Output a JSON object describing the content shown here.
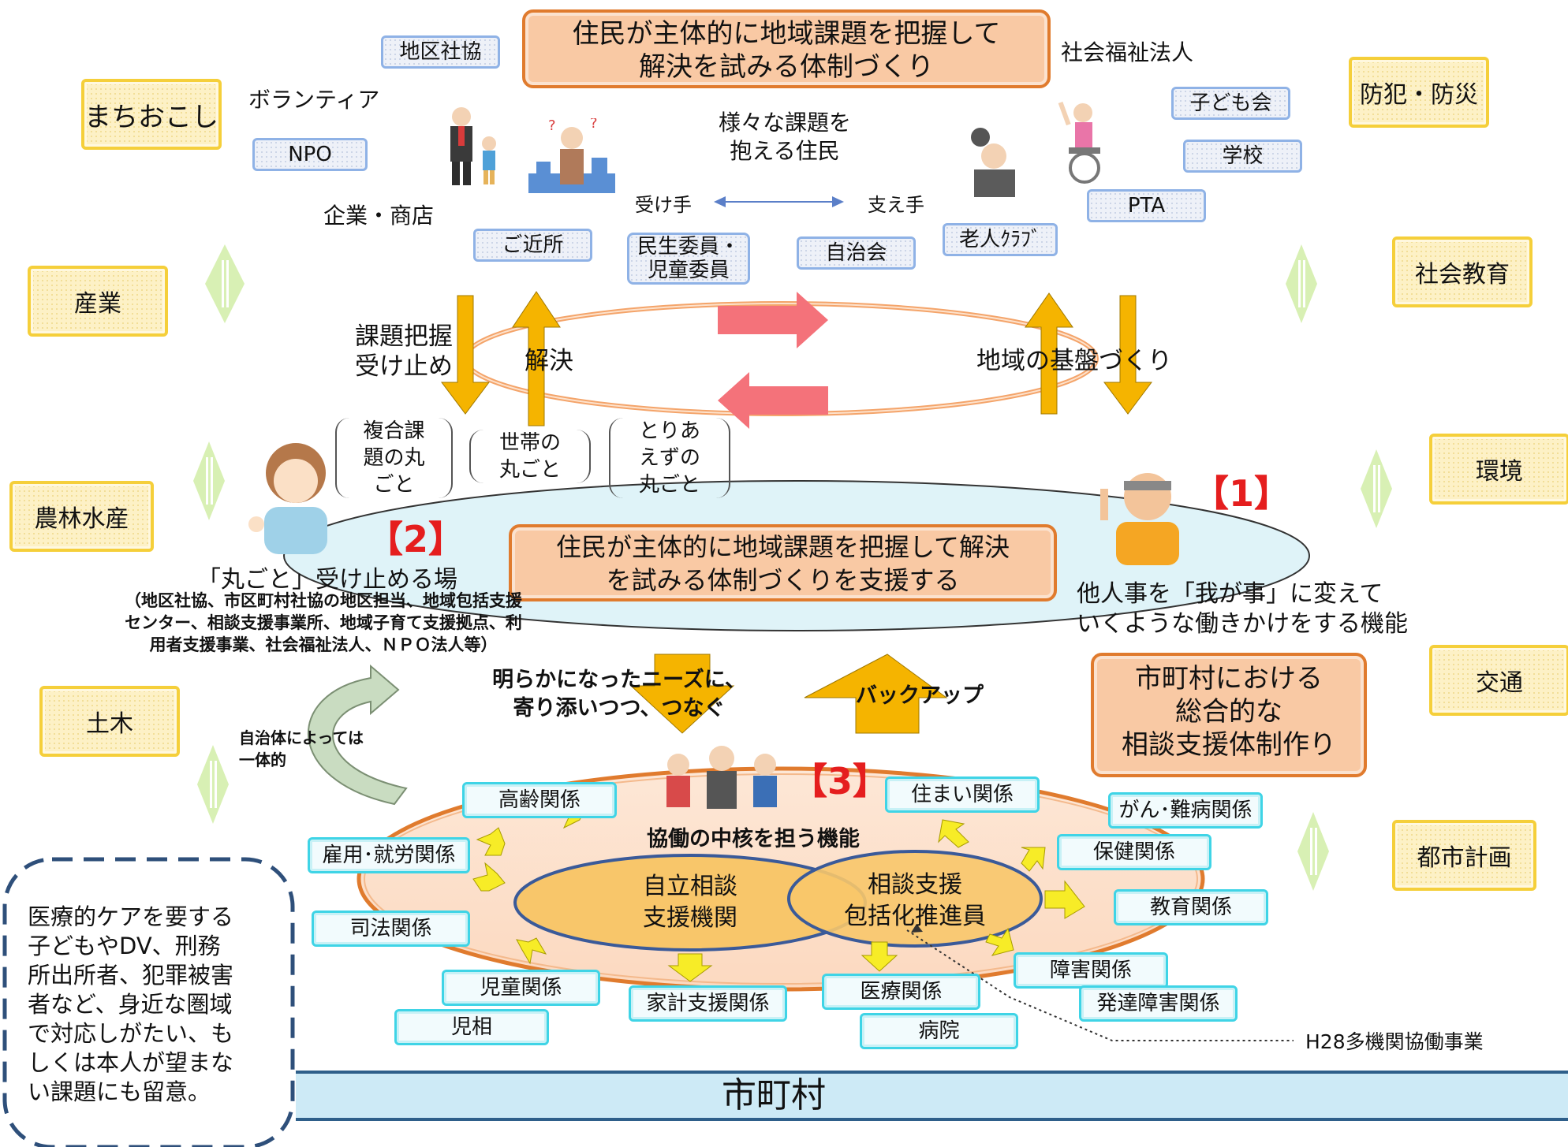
{
  "header": {
    "title_line1": "住民が主体的に地域課題を把握して",
    "title_line2": "解決を試みる体制づくり"
  },
  "residents": {
    "line1": "様々な課題を",
    "line2": "抱える住民",
    "receiver": "受け手",
    "supporter": "支え手"
  },
  "left_actors": [
    "地区社協",
    "ボランティア",
    "NPO",
    "企業・商店"
  ],
  "center_actors": {
    "neighbors": "ご近所",
    "welfare_commissioner_1": "民生委員・",
    "welfare_commissioner_2": "児童委員",
    "residents_assoc": "自治会"
  },
  "right_actors": [
    "社会福祉法人",
    "子ども会",
    "学校",
    "PTA",
    "老人ｸﾗﾌﾞ"
  ],
  "fields_left": [
    "まちおこし",
    "産業",
    "農林水産",
    "土木"
  ],
  "fields_right": [
    "防犯・防災",
    "社会教育",
    "環境",
    "交通",
    "都市計画"
  ],
  "cycle": {
    "grasp_1": "課題把握",
    "grasp_2": "受け止め",
    "solve": "解決",
    "foundation": "地域の基盤づくり"
  },
  "whole": {
    "complex_1": "複合課",
    "complex_2": "題の丸",
    "complex_3": "ごと",
    "household_1": "世帯の",
    "household_2": "丸ごと",
    "temp_1": "とりあ",
    "temp_2": "えずの",
    "temp_3": "丸ごと"
  },
  "support": {
    "line1": "住民が主体的に地域課題を把握して解決",
    "line2": "を試みる体制づくりを支援する"
  },
  "markers": {
    "m1": "【1】",
    "m2": "【2】",
    "m3": "【3】"
  },
  "place": {
    "title": "「丸ごと」受け止める場",
    "detail_1": "（地区社協、市区町村社協の地区担当、地域包括支援",
    "detail_2": "センター、相談支援事業所、地域子育て支援拠点、利",
    "detail_3": "用者支援事業、社会福祉法人、ＮＰＯ法人等）"
  },
  "function1": {
    "line1": "他人事を「我が事」に変えて",
    "line2": "いくような働きかけをする機能"
  },
  "municipal_system": {
    "line1": "市町村における",
    "line2": "総合的な",
    "line3": "相談支援体制作り"
  },
  "flow": {
    "needs_1": "明らかになったニーズに、",
    "needs_2": "寄り添いつつ、つなぐ",
    "backup": "バックアップ",
    "integrated_1": "自治体によっては",
    "integrated_2": "一体的"
  },
  "core": {
    "label": "協働の中核を担う機能",
    "independent_1": "自立相談",
    "independent_2": "支援機関",
    "promoter_1": "相談支援",
    "promoter_2": "包括化推進員"
  },
  "related": [
    "高齢関係",
    "雇用･就労関係",
    "司法関係",
    "児童関係",
    "児相",
    "家計支援関係",
    "医療関係",
    "病院",
    "障害関係",
    "発達障害関係",
    "教育関係",
    "保健関係",
    "がん･難病関係",
    "住まい関係"
  ],
  "h28": "H28多機関協働事業",
  "note": {
    "l1": "医療的ケアを要する",
    "l2": "子どもやDV、刑務",
    "l3": "所出所者、犯罪被害",
    "l4": "者など、身近な圏域",
    "l5": "で対応しがたい、も",
    "l6": "しくは本人が望まな",
    "l7": "い課題にも留意。"
  },
  "footer": {
    "municipality": "市町村"
  },
  "colors": {
    "title_border": "#e07b2e",
    "title_fill": "#f9c9a4",
    "arrow_yellow": "#f5b400",
    "arrow_pink": "#f4727a",
    "diamond_green": "#d8f0b4",
    "footer_bar": "#cdeaf6"
  }
}
